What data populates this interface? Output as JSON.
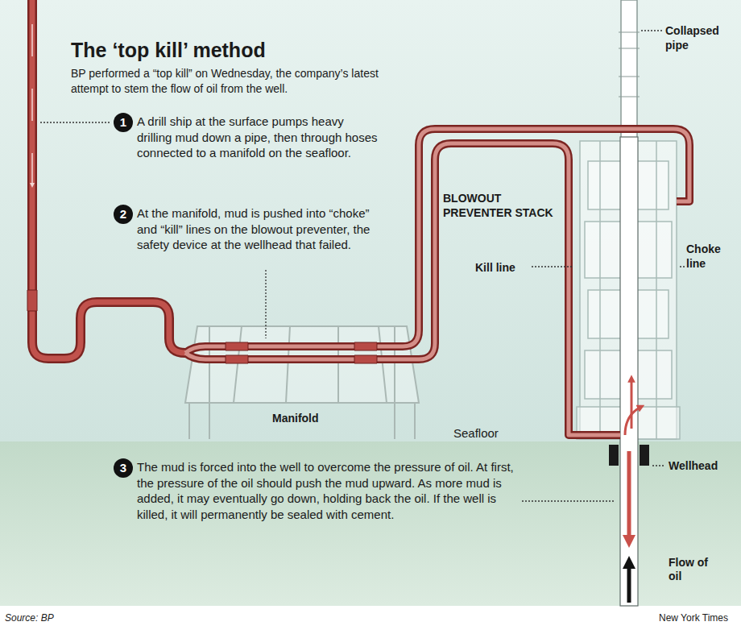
{
  "diagram": {
    "title": "The ‘top kill’ method",
    "caption": "BP performed a “top kill” on Wednesday, the company’s latest attempt to stem the flow of oil from the well.",
    "labels": [
      "1",
      "A drill ship at the surface pumps heavy drilling mud down a pipe, then through hoses connected to a manifold on the seafloor.",
      "2",
      "At the manifold, mud is pushed into “choke” and “kill” lines on the blowout preventer, the safety device at the wellhead that failed.",
      "3",
      "The mud is forced into the well to overcome the pressure of oil. At first, the pressure of the oil should push the mud upward. As more mud is added, it may eventually go down, holding back the oil. If the well is killed, it will permanently be sealed with cement.",
      "Collapsed pipe",
      "BLOWOUT PREVENTER STACK",
      "Kill line",
      "Choke line",
      "Manifold",
      "Seafloor",
      "Wellhead",
      "Flow of oil",
      "Source: BP",
      "New York Times"
    ]
  }
}
